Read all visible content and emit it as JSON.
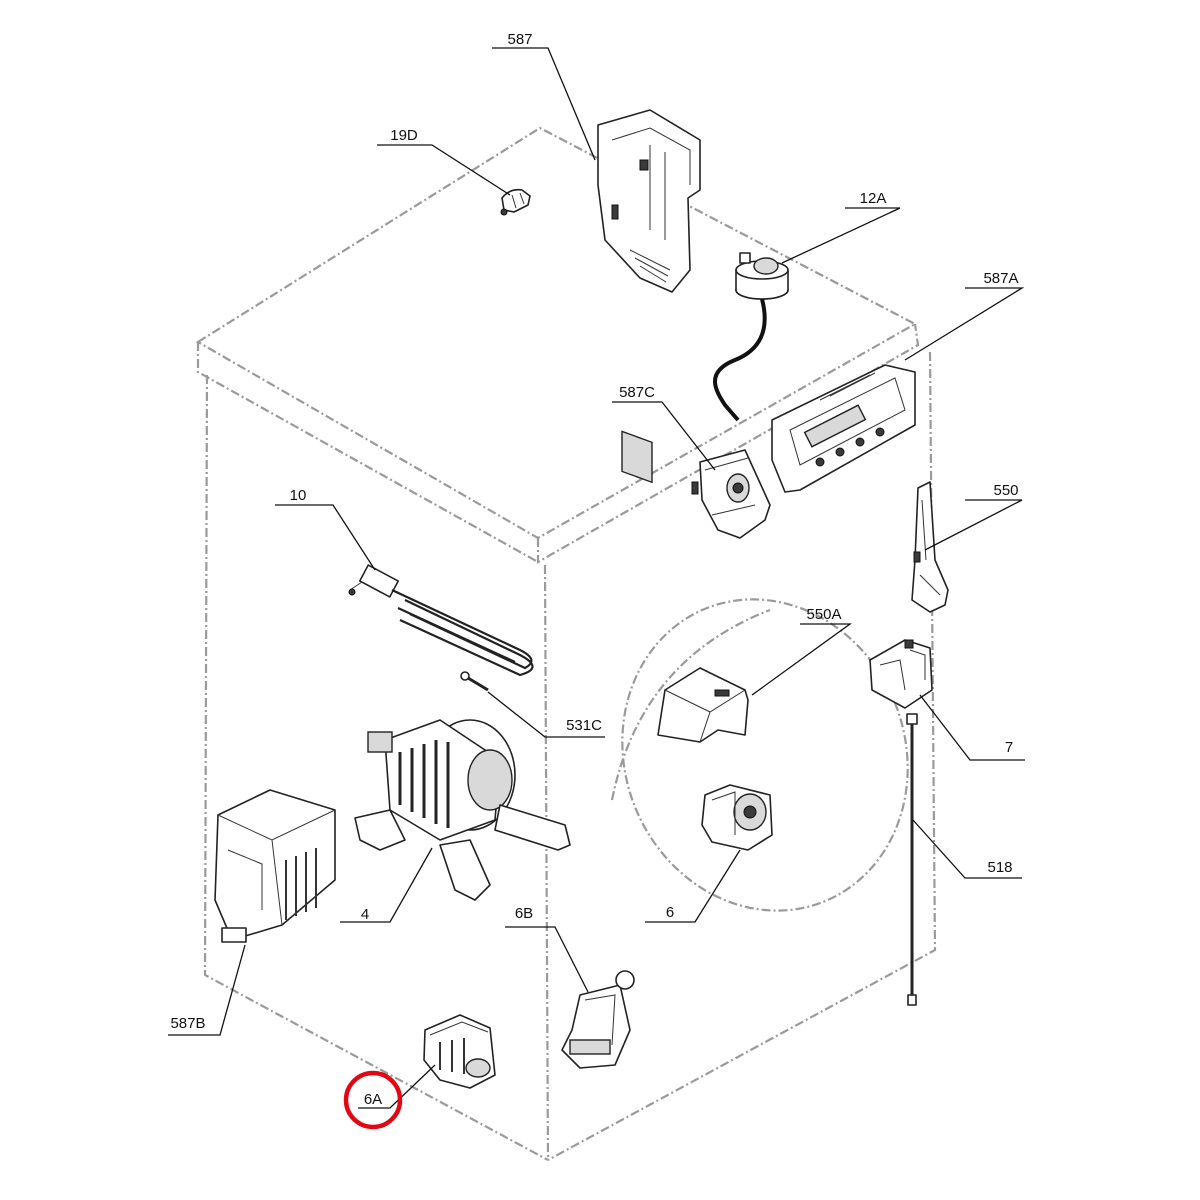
{
  "diagram": {
    "labels": {
      "l587": "587",
      "l19D": "19D",
      "l12A": "12A",
      "l587A": "587A",
      "l587C": "587C",
      "l10": "10",
      "l550": "550",
      "l550A": "550A",
      "l531C": "531C",
      "l7": "7",
      "l518": "518",
      "l6": "6",
      "l4": "4",
      "l6B": "6B",
      "l587B": "587B",
      "l6A": "6A"
    },
    "highlight": {
      "label": "6A",
      "color": "#e30613"
    }
  }
}
